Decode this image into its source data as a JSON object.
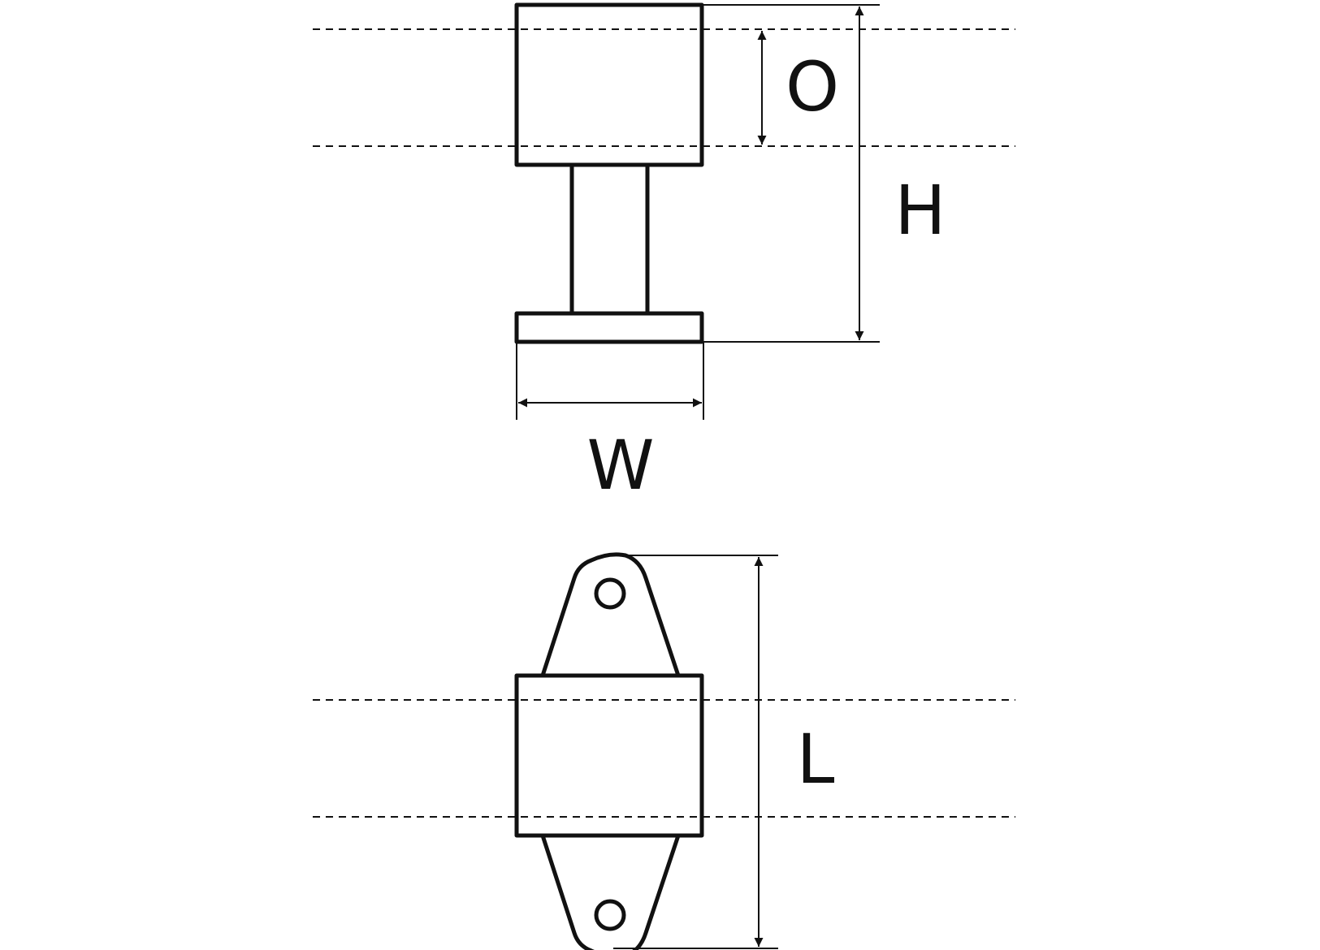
{
  "labels": {
    "o": "O",
    "h": "H",
    "w": "W",
    "l": "L"
  },
  "colors": {
    "line": "#111111",
    "background": "#ffffff"
  }
}
